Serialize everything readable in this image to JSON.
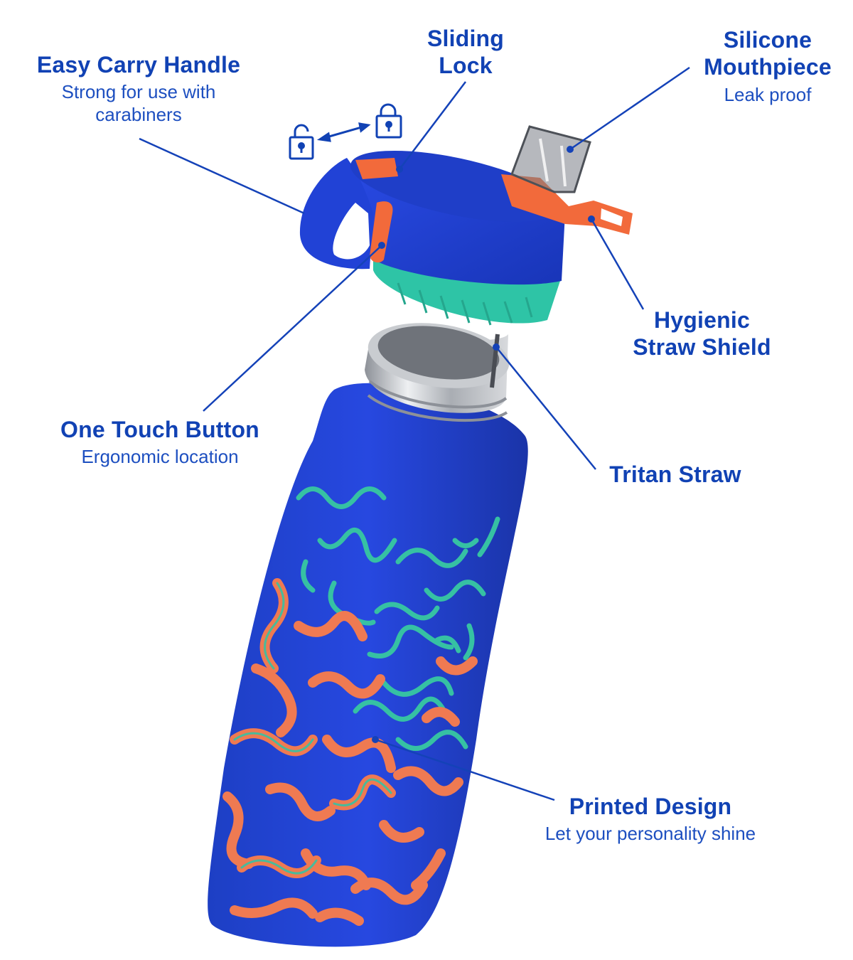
{
  "colors": {
    "text": "#1142b4",
    "leader_line": "#1442b8",
    "bottle_blue": "#1a3fcf",
    "pattern_orange": "#ef7a52",
    "pattern_teal": "#36c1a3",
    "lid_accent": "#f26a3b",
    "lid_band": "#2ec4a6",
    "steel": "#b8bcc2"
  },
  "callouts": {
    "carry": {
      "title": "Easy Carry Handle",
      "sub_lines": [
        "Strong for use with",
        "carabiners"
      ]
    },
    "lock": {
      "title_lines": [
        "Sliding",
        "Lock"
      ]
    },
    "mouthpiece": {
      "title_lines": [
        "Silicone",
        "Mouthpiece"
      ],
      "sub": "Leak proof"
    },
    "shield": {
      "title_lines": [
        "Hygienic",
        "Straw Shield"
      ]
    },
    "button": {
      "title": "One Touch Button",
      "sub": "Ergonomic location"
    },
    "straw": {
      "title": "Tritan Straw"
    },
    "design": {
      "title": "Printed Design",
      "sub": "Let your personality shine"
    }
  },
  "icons": [
    "lock-open-icon",
    "double-arrow-icon",
    "lock-closed-icon"
  ]
}
